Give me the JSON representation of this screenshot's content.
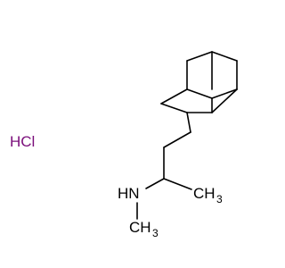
{
  "molecule": {
    "salt_label": "HCl",
    "amine_label": "HN",
    "methyl_c_right": "CH",
    "methyl_sub_right": "3",
    "methyl_c_bottom": "CH",
    "methyl_sub_bottom": "3"
  },
  "colors": {
    "bond": "#000000",
    "carbon_text": "#000000",
    "nitrogen_text": "#000000",
    "salt_text": "#7a0e7a"
  }
}
